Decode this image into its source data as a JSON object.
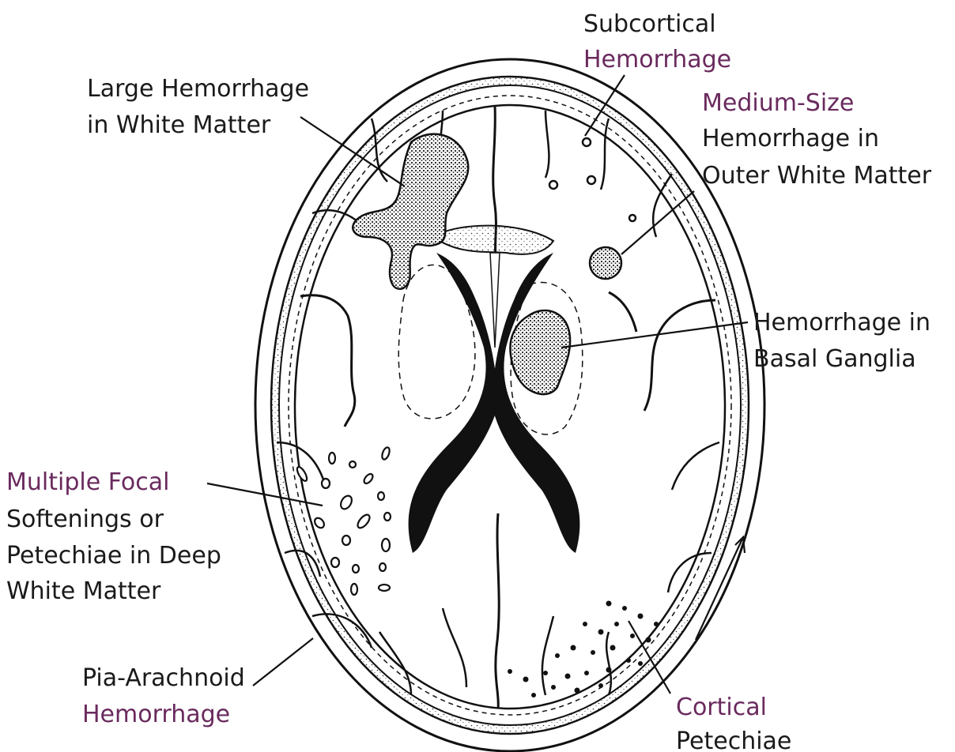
{
  "labels": {
    "subcortical": [
      "Subcortical",
      "Hemorrhage"
    ],
    "large_white_matter": [
      "Large Hemorrhage",
      "in White Matter"
    ],
    "medium_outer": [
      "Medium-Size",
      "Hemorrhage in",
      "Outer White Matter"
    ],
    "basal_ganglia": [
      "Hemorrhage in",
      "Basal Ganglia"
    ],
    "multiple_focal": [
      "Multiple Focal",
      "Softenings or",
      "Petechiae in Deep",
      "White Matter"
    ],
    "pia_arachnoid": [
      "Pia-Arachnoid",
      "Hemorrhage"
    ],
    "cortical": [
      "Cortical",
      "Petechiae"
    ]
  },
  "colors": {
    "label_dark": "#1a1a1a",
    "label_purple": "#6a2a5e",
    "ink": "#111111"
  }
}
